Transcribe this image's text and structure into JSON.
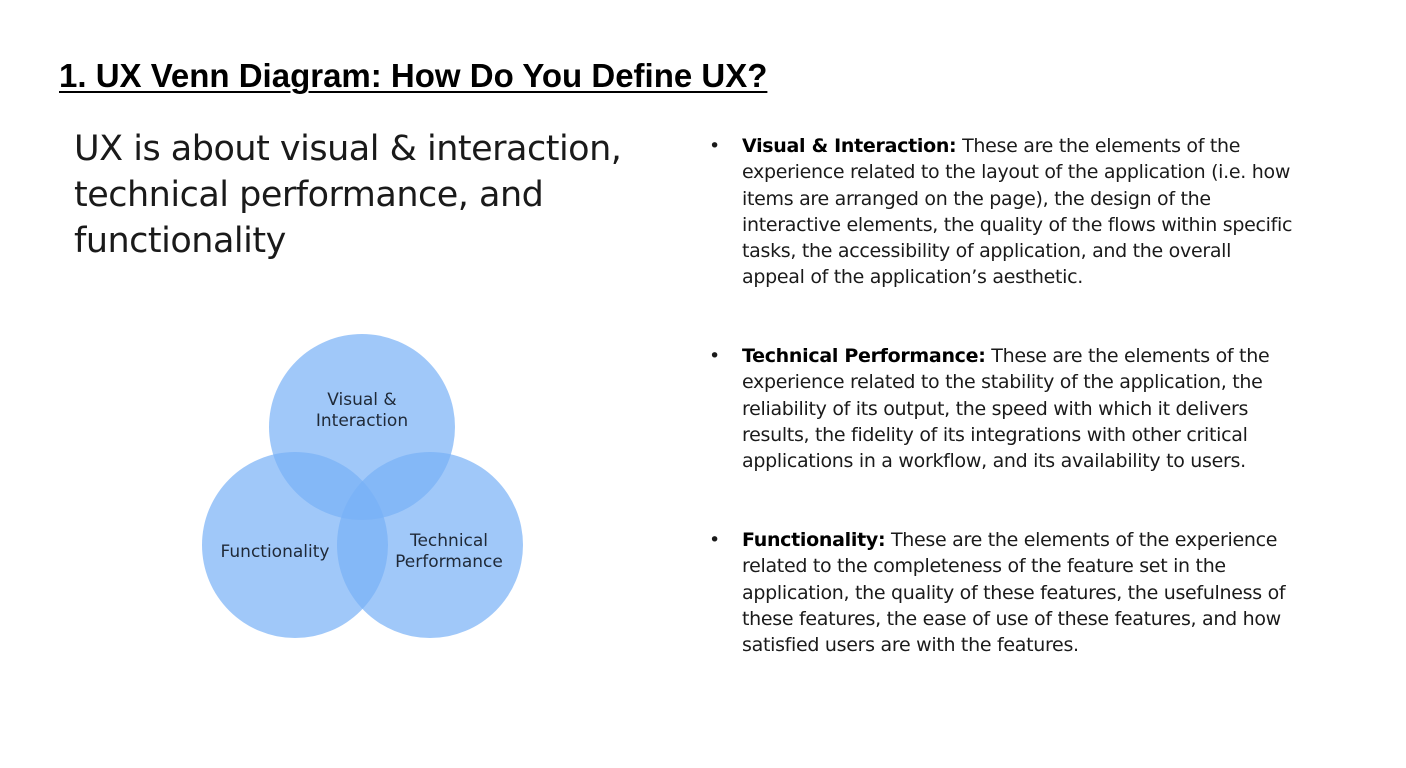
{
  "title": "1. UX Venn Diagram: How Do You Define UX?",
  "subheading": "UX is about visual & interaction, technical performance, and functionality",
  "venn": {
    "circle_color": "#77b1f7",
    "circles": [
      {
        "label_line1": "Visual &",
        "label_line2": "Interaction"
      },
      {
        "label_line1": "Functionality",
        "label_line2": ""
      },
      {
        "label_line1": "Technical",
        "label_line2": "Performance"
      }
    ]
  },
  "bullets": [
    {
      "term": "Visual & Interaction:",
      "text": " These are the elements of the experience related to the layout of the application (i.e. how items are arranged on the page), the design of the interactive elements, the quality of the flows within specific tasks, the accessibility of application, and the overall appeal of the application’s aesthetic."
    },
    {
      "term": "Technical Performance:",
      "text": " These are the elements of the experience related to the stability of the application, the reliability of its output, the speed with which it delivers results, the fidelity of its integrations with other critical applications in a workflow, and its availability to users."
    },
    {
      "term": "Functionality:",
      "text": " These are the elements of the experience related to the completeness of the feature set in the application, the quality of these features, the usefulness of these features, the ease of use of these features, and how satisfied users are with the features."
    }
  ]
}
